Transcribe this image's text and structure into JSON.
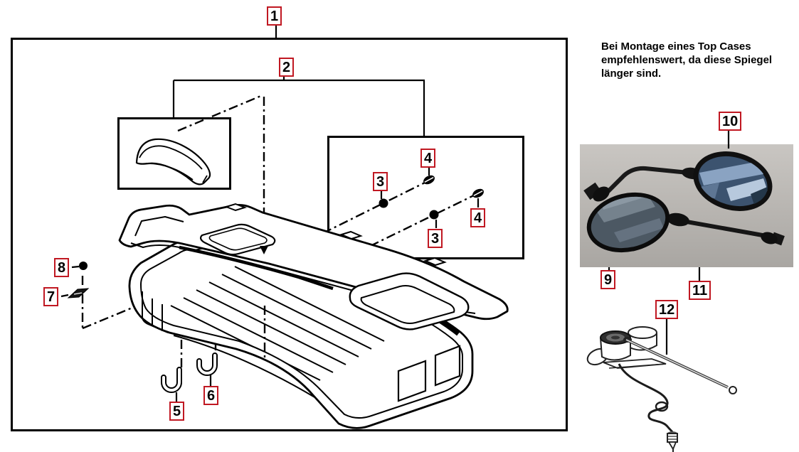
{
  "note": {
    "lines": [
      "Bei Montage eines Top Cases",
      "empfehlenswert, da diese Spiegel",
      "länger sind."
    ]
  },
  "callouts": {
    "items": [
      {
        "id": "1",
        "label": "1"
      },
      {
        "id": "2",
        "label": "2"
      },
      {
        "id": "3a",
        "label": "3"
      },
      {
        "id": "4a",
        "label": "4"
      },
      {
        "id": "3b",
        "label": "3"
      },
      {
        "id": "4b",
        "label": "4"
      },
      {
        "id": "5",
        "label": "5"
      },
      {
        "id": "6",
        "label": "6"
      },
      {
        "id": "7",
        "label": "7"
      },
      {
        "id": "8",
        "label": "8"
      },
      {
        "id": "9",
        "label": "9"
      },
      {
        "id": "10",
        "label": "10"
      },
      {
        "id": "11",
        "label": "11"
      },
      {
        "id": "12",
        "label": "12"
      }
    ]
  },
  "colors": {
    "accent": "#c01822",
    "photo-top": "#c9c6c2",
    "photo-bottom": "#a9a6a2",
    "glass-right": "#3c536f",
    "glass-left": "#4c5863",
    "line": "#000000"
  }
}
